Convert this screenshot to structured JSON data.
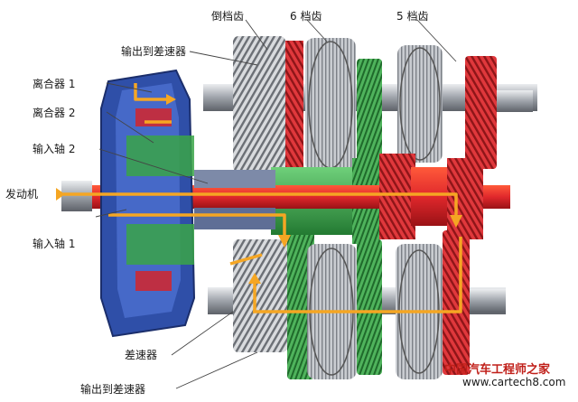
{
  "labels": {
    "reverse_gear": "倒档齿",
    "sixth_gear": "6 档齿",
    "fifth_gear": "5 档齿",
    "output_to_diff_top": "输出到差速器",
    "clutch_1": "离合器 1",
    "clutch_2": "离合器 2",
    "input_shaft_2": "输入轴 2",
    "engine": "发动机",
    "input_shaft_1": "输入轴 1",
    "differential": "差速器",
    "output_to_diff_bottom": "输出到差速器"
  },
  "watermark": {
    "cn": "中国汽车工程师之家",
    "url": "www.cartech8.com"
  },
  "colors": {
    "power_flow": "#f5a623",
    "red_gears": "#d4262b",
    "green_parts": "#3a9a4a",
    "housing_blue": "#2f4fa8",
    "steel": "#b8bcc2"
  }
}
